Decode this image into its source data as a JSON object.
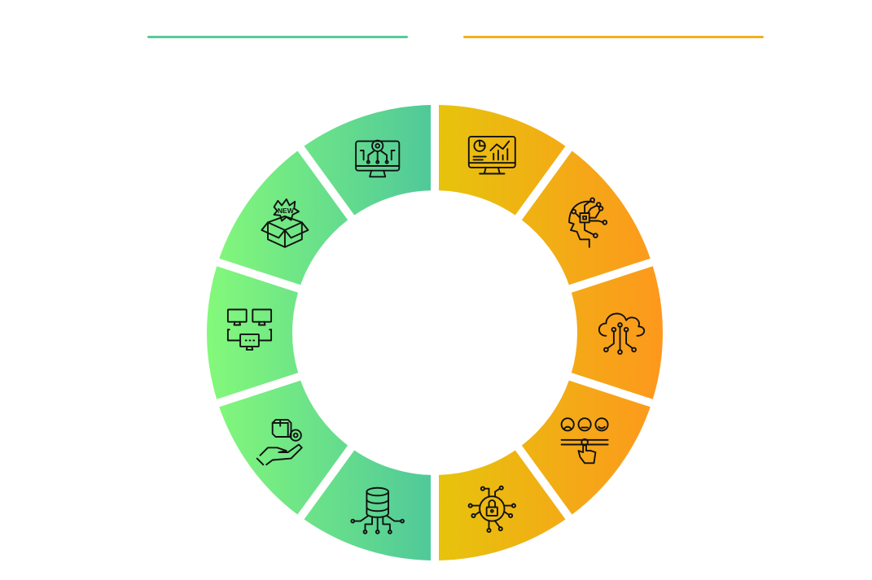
{
  "colors": {
    "left_rule": "#57c99a",
    "right_rule": "#f2b01c",
    "left_gradient": [
      "#84f97a",
      "#4fc89a"
    ],
    "right_gradient": [
      "#e6c40c",
      "#fd981d"
    ],
    "icon_stroke": "#111111"
  },
  "segments": [
    {
      "id": "monitor-settings-network",
      "side": "left",
      "icon": "monitor-gear-network-icon"
    },
    {
      "id": "new-product-box",
      "side": "left",
      "icon": "new-box-icon"
    },
    {
      "id": "connected-computers",
      "side": "left",
      "icon": "network-computers-icon"
    },
    {
      "id": "product-delivery-hand",
      "side": "left",
      "icon": "hand-box-gear-icon"
    },
    {
      "id": "database-network",
      "side": "left",
      "icon": "database-network-icon"
    },
    {
      "id": "analytics-dashboard",
      "side": "right",
      "icon": "monitor-analytics-icon"
    },
    {
      "id": "ai-head-circuit",
      "side": "right",
      "icon": "ai-head-circuit-icon"
    },
    {
      "id": "cloud-network",
      "side": "right",
      "icon": "cloud-network-icon"
    },
    {
      "id": "customer-feedback",
      "side": "right",
      "icon": "feedback-rating-icon"
    },
    {
      "id": "cyber-security-lock",
      "side": "right",
      "icon": "security-lock-circuit-icon"
    }
  ]
}
